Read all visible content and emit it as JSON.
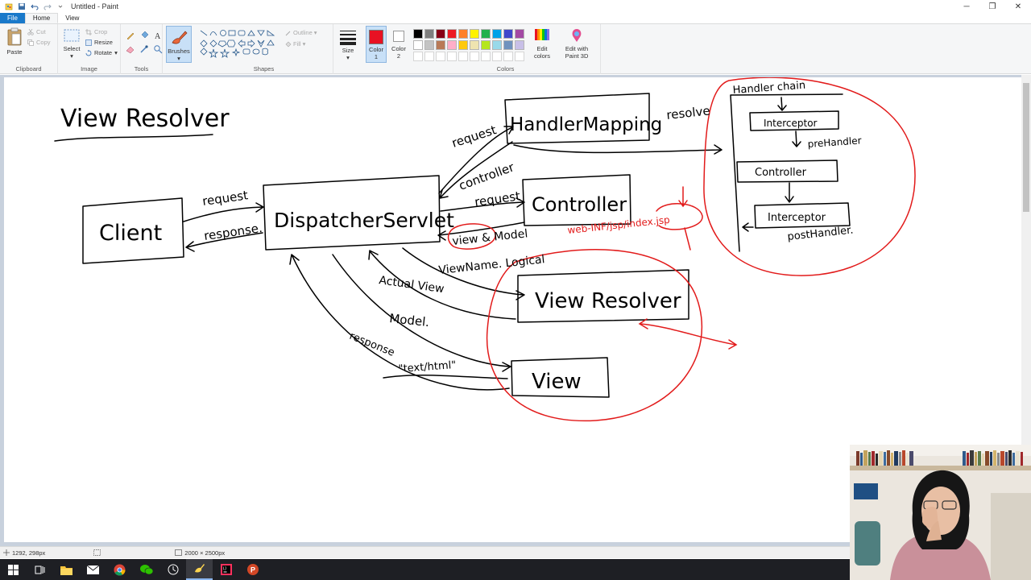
{
  "window": {
    "title": "Untitled - Paint",
    "controls": [
      "minimize",
      "restore",
      "close"
    ]
  },
  "tabs": [
    {
      "label": "File"
    },
    {
      "label": "Home"
    },
    {
      "label": "View"
    }
  ],
  "ribbon": {
    "clipboard": {
      "paste": "Paste",
      "cut": "Cut",
      "copy": "Copy",
      "label": "Clipboard"
    },
    "image": {
      "select": "Select",
      "crop": "Crop",
      "resize": "Resize",
      "rotate": "Rotate",
      "label": "Image"
    },
    "tools": {
      "label": "Tools"
    },
    "brushes": {
      "label": "Brushes"
    },
    "shapes": {
      "outline": "Outline",
      "fill": "Fill",
      "label": "Shapes"
    },
    "size": {
      "label": "Size"
    },
    "color1": {
      "label1": "Color",
      "label2": "1",
      "value": "#e81123"
    },
    "color2": {
      "label1": "Color",
      "label2": "2",
      "value": "#ffffff"
    },
    "colors": {
      "label": "Colors",
      "palette": [
        "#000000",
        "#7f7f7f",
        "#880015",
        "#ed1c24",
        "#ff7f27",
        "#fff200",
        "#22b14c",
        "#00a2e8",
        "#3f48cc",
        "#a349a4",
        "#ffffff",
        "#c3c3c3",
        "#b97a57",
        "#ffaec9",
        "#ffc90e",
        "#efe4b0",
        "#b5e61d",
        "#99d9ea",
        "#7092be",
        "#c8bfe7",
        "#ffffff",
        "#ffffff",
        "#ffffff",
        "#ffffff",
        "#ffffff",
        "#ffffff",
        "#ffffff",
        "#ffffff",
        "#ffffff",
        "#ffffff"
      ]
    },
    "edit_colors": {
      "line1": "Edit",
      "line2": "colors"
    },
    "paint3d": {
      "line1": "Edit with",
      "line2": "Paint 3D"
    }
  },
  "drawing": {
    "title": "View Resolver",
    "client": "Client",
    "dispatcher": "DispatcherServlet",
    "handler_mapping": "HandlerMapping",
    "controller": "Controller",
    "view_resolver": "View Resolver",
    "view": "View",
    "lbl_request_client": "request",
    "lbl_response_client": "response.",
    "lbl_request_hm": "request",
    "lbl_controller": "controller",
    "lbl_request_ctrl": "request",
    "lbl_view_model": "view & Model",
    "lbl_web_inf": "web-INF/jsp/index.jsp",
    "lbl_viewname": "ViewName. Logical",
    "lbl_actual_view": "Actual View",
    "lbl_model": "Model.",
    "lbl_response_view": "response",
    "lbl_text_html": "\"text/html\"",
    "lbl_resolve": "resolve",
    "chain_title": "Handler chain",
    "interceptor_top": "Interceptor",
    "prehandler": "preHandler",
    "chain_controller": "Controller",
    "interceptor_bottom": "Interceptor",
    "posthandler": "postHandler."
  },
  "status": {
    "coords": "1292, 298px",
    "canvas_size": "2000 × 2500px"
  },
  "taskbar": {
    "items": [
      "start-icon",
      "task-view-icon",
      "file-explorer-icon",
      "mail-icon",
      "chrome-icon",
      "wechat-icon",
      "clock-icon",
      "paint-icon",
      "intellij-icon",
      "powerpoint-icon"
    ]
  }
}
